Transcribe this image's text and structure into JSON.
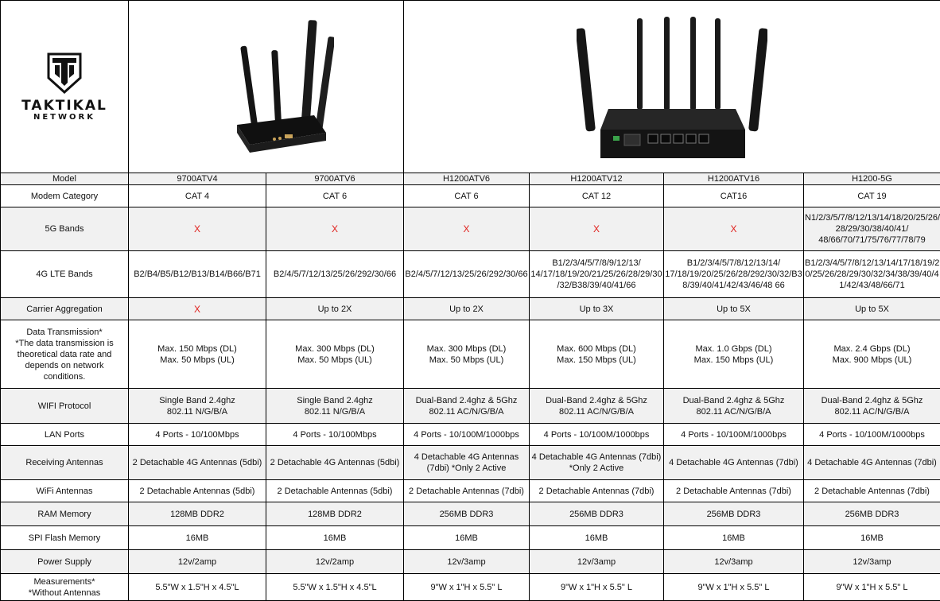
{
  "brand": {
    "name": "TAKTIKAL",
    "subtitle": "NETWORK",
    "emblem_icon": "tt-shield-emblem-icon"
  },
  "images": {
    "small_router_icon": "router-4-antenna-icon",
    "large_router_icon": "router-6-antenna-icon"
  },
  "colors": {
    "x_mark": "#e0201c",
    "alt_row": "#f1f1f1",
    "border": "#000000"
  },
  "table": {
    "rows": [
      {
        "label": "Model",
        "values": [
          "9700ATV4",
          "9700ATV6",
          "H1200ATV6",
          "H1200ATV12",
          "H1200ATV16",
          "H1200-5G"
        ]
      },
      {
        "label": "Modem Category",
        "values": [
          "CAT 4",
          "CAT 6",
          "CAT 6",
          "CAT 12",
          "CAT16",
          "CAT 19"
        ]
      },
      {
        "label": "5G Bands",
        "values": [
          "X",
          "X",
          "X",
          "X",
          "X",
          "N1/2/3/5/7/8/12/13/14/18/20/25/26/\n28/29/30/38/40/41/\n48/66/70/71/75/76/77/78/79"
        ]
      },
      {
        "label": "4G LTE Bands",
        "values": [
          "B2/B4/B5/B12/B13/B14/B66/B71",
          "B2/4/5/7/12/13/25/26/292/30/66",
          "B2/4/5/7/12/13/25/26/292/30/66",
          "B1/2/3/4/5/7/8/9/12/13/\n14/17/18/19/20/21/25/26/28/29/30\n/32/B38/39/40/41/66",
          "B1/2/3/4/5/7/8/12/13/14/\n17/18/19/20/25/26/28/292/30/32/B3\n8/39/40/41/42/43/46/48 66",
          "B1/2/3/4/5/7/8/12/13/14/17/18/19/2\n0/25/26/28/29/30/32/34/38/39/40/4\n1/42/43/48/66/71"
        ]
      },
      {
        "label": "Carrier Aggregation",
        "values": [
          "X",
          "Up to 2X",
          "Up to 2X",
          "Up to 3X",
          "Up to 5X",
          "Up to 5X"
        ]
      },
      {
        "label": "Data Transmission*\n*The data transmission is\ntheoretical data rate and\ndepends on network\nconditions.",
        "values": [
          "Max. 150 Mbps (DL)\nMax. 50 Mbps (UL)",
          "Max. 300 Mbps (DL)\nMax. 50 Mbps (UL)",
          "Max. 300 Mbps (DL)\nMax. 50 Mbps (UL)",
          "Max. 600 Mbps (DL)\nMax. 150 Mbps (UL)",
          "Max. 1.0  Gbps (DL)\nMax. 150 Mbps (UL)",
          "Max. 2.4 Gbps (DL)\nMax. 900 Mbps (UL)"
        ]
      },
      {
        "label": "WIFI Protocol",
        "values": [
          "Single Band 2.4ghz\n802.11 N/G/B/A",
          "Single Band 2.4ghz\n802.11 N/G/B/A",
          "Dual-Band 2.4ghz & 5Ghz\n802.11 AC/N/G/B/A",
          "Dual-Band 2.4ghz & 5Ghz\n802.11 AC/N/G/B/A",
          "Dual-Band 2.4ghz & 5Ghz\n802.11 AC/N/G/B/A",
          "Dual-Band 2.4ghz & 5Ghz\n802.11 AC/N/G/B/A"
        ]
      },
      {
        "label": "LAN Ports",
        "values": [
          "4 Ports - 10/100Mbps",
          "4 Ports - 10/100Mbps",
          "4 Ports - 10/100M/1000bps",
          "4 Ports - 10/100M/1000bps",
          "4 Ports - 10/100M/1000bps",
          "4 Ports - 10/100M/1000bps"
        ]
      },
      {
        "label": "Receiving Antennas",
        "values": [
          "2 Detachable 4G Antennas  (5dbi)",
          "2 Detachable 4G Antennas  (5dbi)",
          "4 Detachable 4G Antennas\n(7dbi)    *Only 2 Active",
          "4 Detachable 4G Antennas  (7dbi)\n*Only 2 Active",
          "4 Detachable 4G Antennas  (7dbi)",
          "4 Detachable 4G Antennas  (7dbi)"
        ]
      },
      {
        "label": "WiFi Antennas",
        "values": [
          "2 Detachable Antennas  (5dbi)",
          "2 Detachable Antennas  (5dbi)",
          "2 Detachable Antennas  (7dbi)",
          "2 Detachable Antennas  (7dbi)",
          "2 Detachable Antennas  (7dbi)",
          "2 Detachable Antennas  (7dbi)"
        ]
      },
      {
        "label": "RAM Memory",
        "values": [
          "128MB DDR2",
          "128MB DDR2",
          "256MB DDR3",
          "256MB DDR3",
          "256MB DDR3",
          "256MB DDR3"
        ]
      },
      {
        "label": "SPI Flash Memory",
        "values": [
          "16MB",
          "16MB",
          "16MB",
          "16MB",
          "16MB",
          "16MB"
        ]
      },
      {
        "label": "Power Supply",
        "values": [
          "12v/2amp",
          "12v/2amp",
          "12v/3amp",
          "12v/3amp",
          "12v/3amp",
          "12v/3amp"
        ]
      },
      {
        "label": "Measurements*\n*Without Antennas",
        "values": [
          "5.5\"W x 1.5\"H x 4.5\"L",
          "5.5\"W x 1.5\"H x 4.5\"L",
          "9\"W x 1\"H x 5.5\" L",
          "9\"W x 1\"H x 5.5\" L",
          "9\"W x 1\"H x 5.5\" L",
          "9\"W x 1\"H x 5.5\" L"
        ]
      }
    ]
  }
}
